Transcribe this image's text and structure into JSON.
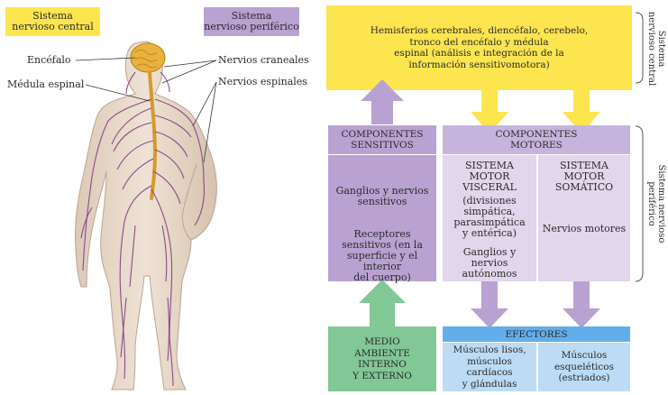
{
  "colors": {
    "yellow": "#fde54f",
    "purple_dark": "#b9a2d1",
    "purple_light": "#e1d6ec",
    "green": "#82c796",
    "blue": "#62aeea",
    "blue_light": "#bcdcf5",
    "nerve": "#8a4a8c"
  },
  "legend": {
    "cns": "Sistema\nnervioso central",
    "pns": "Sistema\nnervioso periférico"
  },
  "body_labels": {
    "encefalo": "Encéfalo",
    "medula": "Médula espinal",
    "craneales": "Nervios craneales",
    "espinales": "Nervios espinales"
  },
  "diagram": {
    "top_box": "Hemisferios cerebrales, diencéfalo, cerebelo,\ntronco del encéfalo y médula\nespinal (análisis e integración de la\ninformación sensitivomotora)",
    "sens_header": "COMPONENTES\nSENSITIVOS",
    "motor_header": "COMPONENTES\nMOTORES",
    "sens_body_1": "Ganglios y nervios\nsensitivos",
    "sens_body_2": "Receptores\nsensitivos (en la\nsuperficie y el interior\ndel cuerpo)",
    "visceral_title": "SISTEMA\nMOTOR\nVISCERAL",
    "visceral_body": "(divisiones\nsimpática,\nparasimpática\ny entérica)",
    "visceral_body_2": "Ganglios y\nnervios\nautónomos",
    "somatic_title": "SISTEMA\nMOTOR\nSOMÁTICO",
    "somatic_body": "Nervios motores",
    "environment": "MEDIO\nAMBIENTE\nINTERNO\nY EXTERNO",
    "effectors_header": "EFECTORES",
    "effectors_left": "Músculos lisos,\nmúsculos cardíacos\ny glándulas",
    "effectors_right": "Músculos\nesqueléticos\n(estriados)"
  },
  "side_labels": {
    "cns": "Sistema\nnervioso central",
    "pns": "Sistema nervioso\nperiférico"
  }
}
